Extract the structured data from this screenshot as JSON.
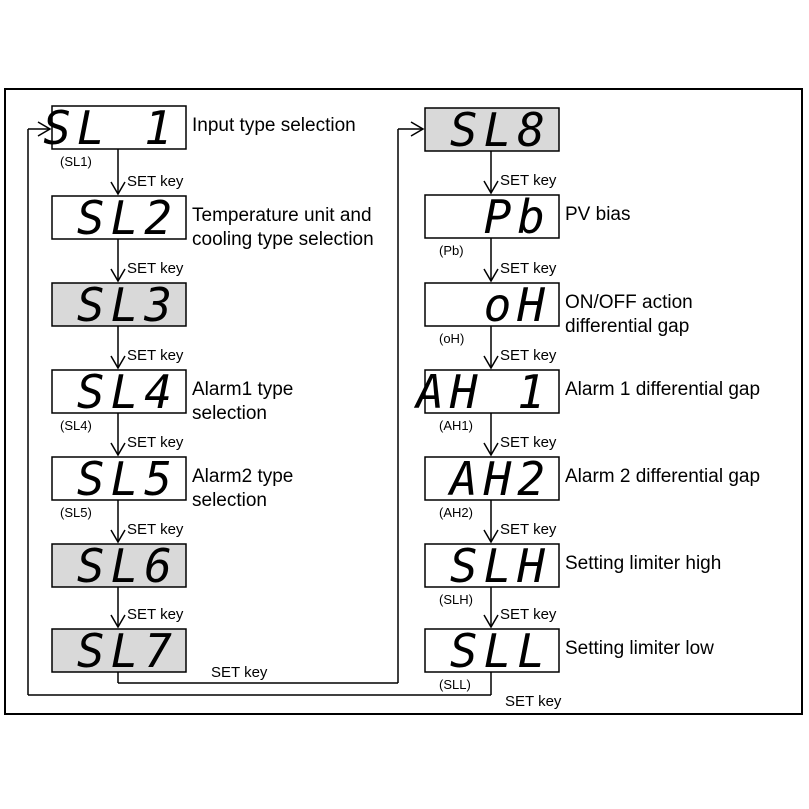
{
  "left_column": [
    {
      "display": "SL 1",
      "code": "(SL1)",
      "desc": [
        "Input type selection"
      ],
      "shaded": false,
      "key": "SET key"
    },
    {
      "display": "SL2",
      "code": "",
      "desc": [
        "Temperature unit and",
        "cooling type selection"
      ],
      "shaded": false,
      "key": "SET key"
    },
    {
      "display": "SL3",
      "code": "",
      "desc": [],
      "shaded": true,
      "key": "SET key"
    },
    {
      "display": "SL4",
      "code": "(SL4)",
      "desc": [
        "Alarm1 type",
        "selection"
      ],
      "shaded": false,
      "key": "SET key"
    },
    {
      "display": "SL5",
      "code": "(SL5)",
      "desc": [
        "Alarm2 type",
        "selection"
      ],
      "shaded": false,
      "key": "SET key"
    },
    {
      "display": "SL6",
      "code": "",
      "desc": [],
      "shaded": true,
      "key": "SET key"
    },
    {
      "display": "SL7",
      "code": "",
      "desc": [],
      "shaded": true,
      "key": "SET key"
    }
  ],
  "right_column": [
    {
      "display": "SL8",
      "code": "",
      "desc": [],
      "shaded": true,
      "key": "SET key"
    },
    {
      "display": "Pb",
      "code": "(Pb)",
      "desc": [
        "PV bias"
      ],
      "shaded": false,
      "key": "SET key"
    },
    {
      "display": "oH",
      "code": "(oH)",
      "desc": [
        "ON/OFF action",
        "differential gap"
      ],
      "shaded": false,
      "key": "SET key"
    },
    {
      "display": "AH 1",
      "code": "(AH1)",
      "desc": [
        "Alarm 1 differential gap"
      ],
      "shaded": false,
      "key": "SET key"
    },
    {
      "display": "AH2",
      "code": "(AH2)",
      "desc": [
        "Alarm 2 differential gap"
      ],
      "shaded": false,
      "key": "SET key"
    },
    {
      "display": "SLH",
      "code": "(SLH)",
      "desc": [
        "Setting limiter high"
      ],
      "shaded": false,
      "key": "SET key"
    },
    {
      "display": "SLL",
      "code": "(SLL)",
      "desc": [
        "Setting limiter low"
      ],
      "shaded": false,
      "key": "SET key"
    }
  ],
  "colors": {
    "shade": "#d9d9d9",
    "line": "#000000"
  }
}
